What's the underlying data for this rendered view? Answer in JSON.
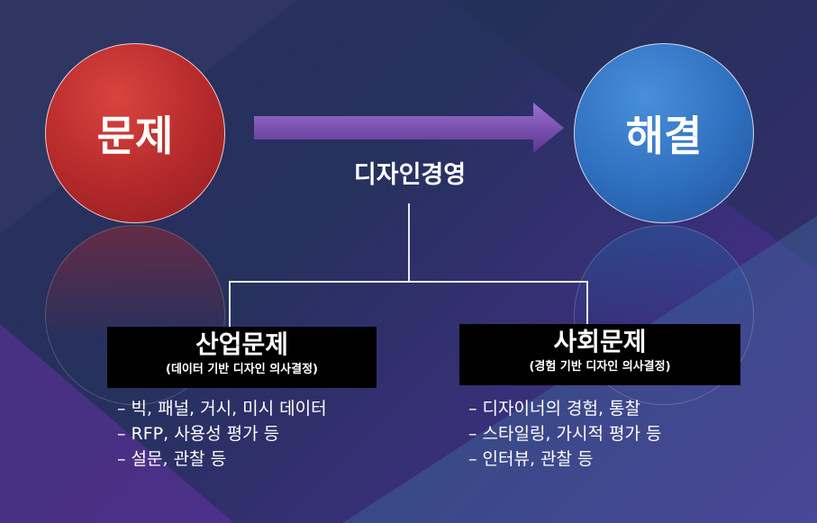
{
  "problem": {
    "label": "문제",
    "color": "#c0302d"
  },
  "solution": {
    "label": "해결",
    "color": "#3574c6"
  },
  "approach": {
    "label": "디자인경영"
  },
  "industrial": {
    "title": "산업문제",
    "subtitle": "(데이터 기반 디자인 의사결정)",
    "items": [
      "– 빅,  패널, 거시, 미시 데이터",
      "– RFP, 사용성 평가 등",
      "– 설문, 관찰 등"
    ]
  },
  "social": {
    "title": "사회문제",
    "subtitle": "(경험 기반 디자인 의사결정)",
    "items": [
      "– 디자이너의 경험, 통찰",
      "– 스타일링, 가시적 평가 등",
      "– 인터뷰, 관찰 등"
    ]
  },
  "colors": {
    "arrow": "#7a4fb0",
    "connector": "#e8e8ee",
    "box": "#000000"
  }
}
